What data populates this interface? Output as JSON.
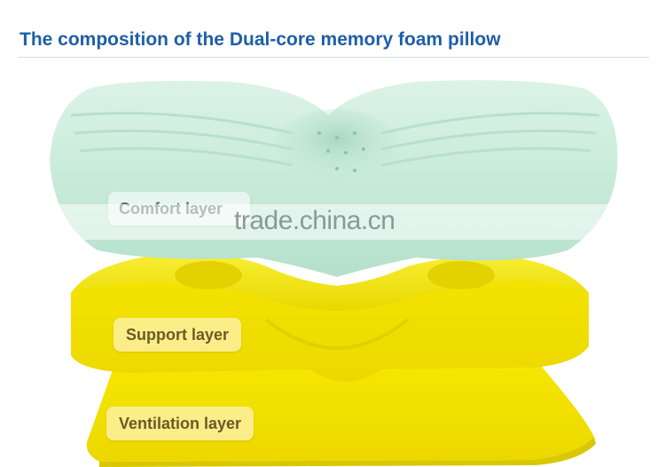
{
  "title": "The composition of the Dual-core memory foam pillow",
  "layers": {
    "comfort_label": "Comfort layer",
    "support_label": "Support layer",
    "ventilation_label": "Ventilation layer"
  },
  "watermark": "trade.china.cn",
  "colors": {
    "title": "#1e5fa8",
    "comfort_foam": "#c6ead8",
    "support_foam": "#f4e600",
    "ventilation_foam": "#f6e400"
  }
}
